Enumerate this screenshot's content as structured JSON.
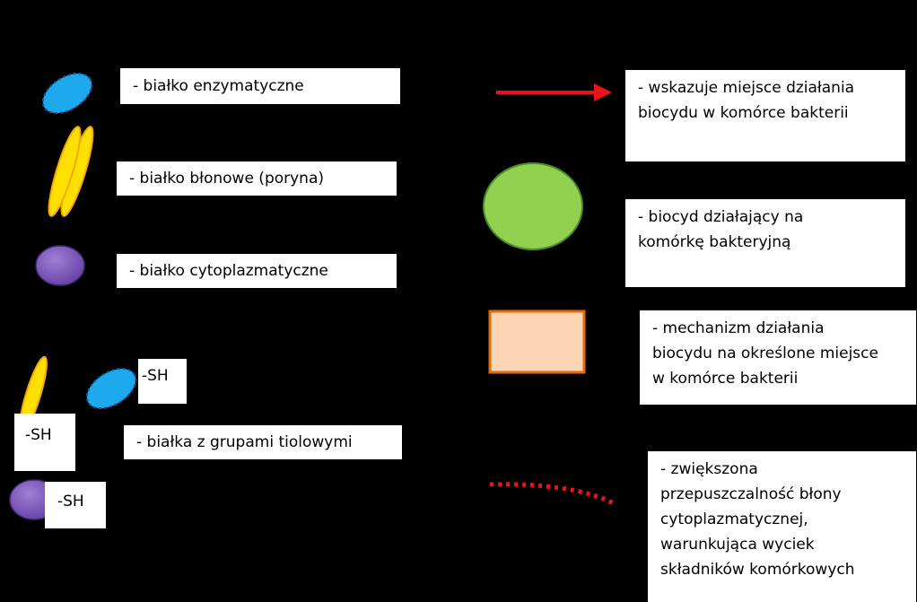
{
  "legend_left": {
    "enzyme_protein": "- białko enzymatyczne",
    "membrane_protein": "- białko błonowe (poryna)",
    "cytoplasmic_protein": "- białko cytoplazmatyczne",
    "thiol_proteins": "- białka z grupami tiolowymi",
    "sh_tag": "-SH"
  },
  "legend_right": {
    "arrow_label": [
      "- wskazuje miejsce działania",
      "biocydu w komórce bakterii"
    ],
    "biocide_label": [
      "- biocyd działający na",
      "komórkę bakteryjną"
    ],
    "mechanism_label": [
      "- mechanizm działania",
      "biocydu na określone miejsce",
      "w komórce bakterii"
    ],
    "permeability_label": [
      "- zwiększona",
      "przepuszczalność błony",
      "cytoplazmatycznej,",
      "warunkująca wyciek",
      "składników komórkowych"
    ]
  },
  "colors": {
    "background": "#000000",
    "enzyme": "#1ea9ec",
    "enzyme_border": "#0b5aa0",
    "porin": "#ffe000",
    "porin_border": "#f5a800",
    "cytoplasmic": "#7b55b8",
    "cytoplasmic_border": "#3f2a6e",
    "arrow": "#e8131b",
    "biocide": "#92d050",
    "biocide_border": "#4b8f2c",
    "mechanism": "#fbd5b5",
    "mechanism_border": "#e36c09",
    "dotted_line": "#e8131b"
  }
}
